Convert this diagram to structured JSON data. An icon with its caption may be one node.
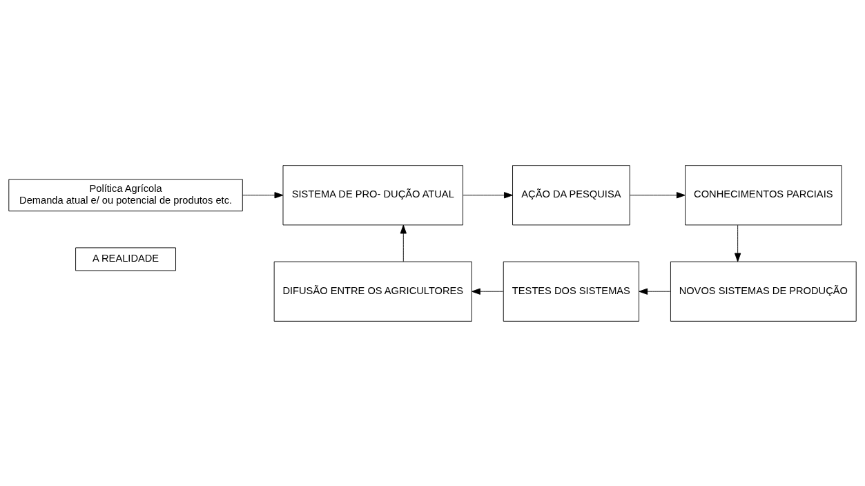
{
  "diagram": {
    "nodes": [
      {
        "text": [
          "Política Agrícola",
          "Demanda atual e/ ou potencial de produtos etc."
        ]
      },
      {
        "text": [
          "A REALIDADE"
        ]
      },
      {
        "text": [
          "SISTEMA DE PRO- DUÇÃO ATUAL"
        ]
      },
      {
        "text": [
          "AÇÃO DA PESQUISA"
        ]
      },
      {
        "text": [
          "CONHECIMENTOS PARCIAIS"
        ]
      },
      {
        "text": [
          "DIFUSÃO ENTRE OS AGRICULTORES"
        ]
      },
      {
        "text": [
          "TESTES DOS SISTEMAS"
        ]
      },
      {
        "text": [
          "NOVOS SISTEMAS DE PRODUÇÃO"
        ]
      }
    ],
    "edges": [
      {
        "from": 0,
        "to": 2,
        "arrow": "to"
      },
      {
        "from": 2,
        "to": 3,
        "arrow": "to"
      },
      {
        "from": 3,
        "to": 4,
        "arrow": "to"
      },
      {
        "from": 4,
        "to": 7,
        "arrow": "to"
      },
      {
        "from": 7,
        "to": 6,
        "arrow": "to"
      },
      {
        "from": 6,
        "to": 5,
        "arrow": "to"
      },
      {
        "from": 5,
        "to": 2,
        "arrow": "to"
      }
    ]
  }
}
